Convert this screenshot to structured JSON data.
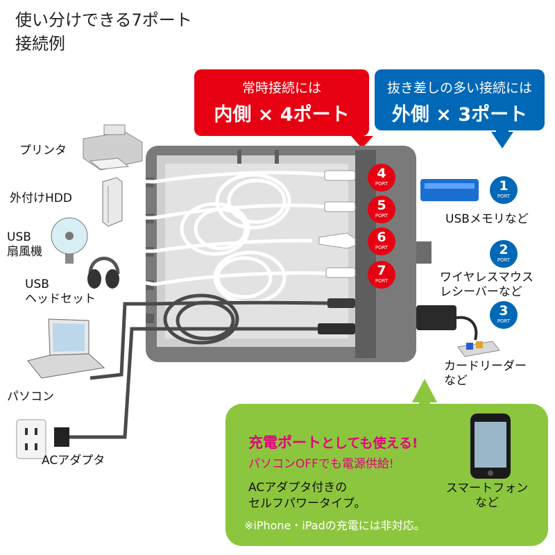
{
  "title": {
    "line1": "使い分けできる7ポート",
    "line2": "接続例"
  },
  "callout_inner": {
    "line1": "常時接続には",
    "line2": "内側 × 4ポート"
  },
  "callout_outer": {
    "line1": "抜き差しの多い接続には",
    "line2": "外側 × 3ポート"
  },
  "devices_left": {
    "printer": "プリンタ",
    "hdd": "外付けHDD",
    "fan_line1": "USB",
    "fan_line2": "扇風機",
    "headset_line1": "USB",
    "headset_line2": "ヘッドセット",
    "pc": "パソコン",
    "adapter": "ACアダプタ"
  },
  "ports_inner": [
    {
      "number": "4",
      "label": "PORT"
    },
    {
      "number": "5",
      "label": "PORT"
    },
    {
      "number": "6",
      "label": "PORT"
    },
    {
      "number": "7",
      "label": "PORT"
    }
  ],
  "ports_outer": [
    {
      "number": "1",
      "label": "PORT"
    },
    {
      "number": "2",
      "label": "PORT"
    },
    {
      "number": "3",
      "label": "PORT"
    }
  ],
  "devices_right": {
    "usb_memory": "USBメモリなど",
    "wireless_line1": "ワイヤレスマウス",
    "wireless_line2": "レシーバーなど",
    "card_reader_line1": "カードリーダー",
    "card_reader_line2": "など"
  },
  "charging": {
    "headline_big": "充電ポート",
    "headline_rest": "としても使える!",
    "sub": "パソコンOFFでも電源供給!",
    "desc_line1": "ACアダプタ付きの",
    "desc_line2": "セルフパワータイプ。",
    "note": "※iPhone・iPadの充電には非対応。",
    "phone_line1": "スマートフォン",
    "phone_line2": "など"
  },
  "colors": {
    "red": "#e60012",
    "blue": "#0068b7",
    "green": "#8cc63e",
    "magenta": "#e4007f",
    "hub": "#7a7a7a"
  }
}
